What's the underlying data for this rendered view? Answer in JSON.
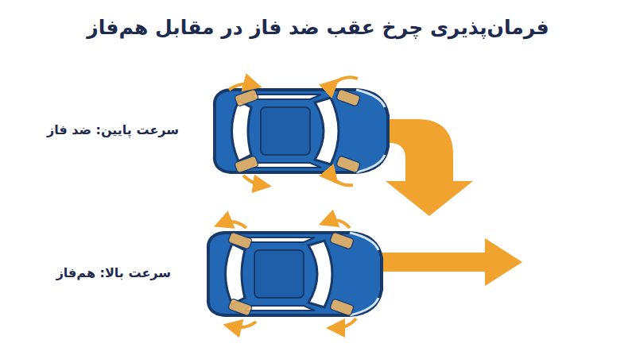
{
  "diagram": {
    "title": "فرمان‌پذیری چرخ عقب ضد فاز در مقابل هم‌فاز",
    "labels": [
      "سرعت پایین: ضد فاز",
      "سرعت بالا: هم‌فاز"
    ]
  }
}
